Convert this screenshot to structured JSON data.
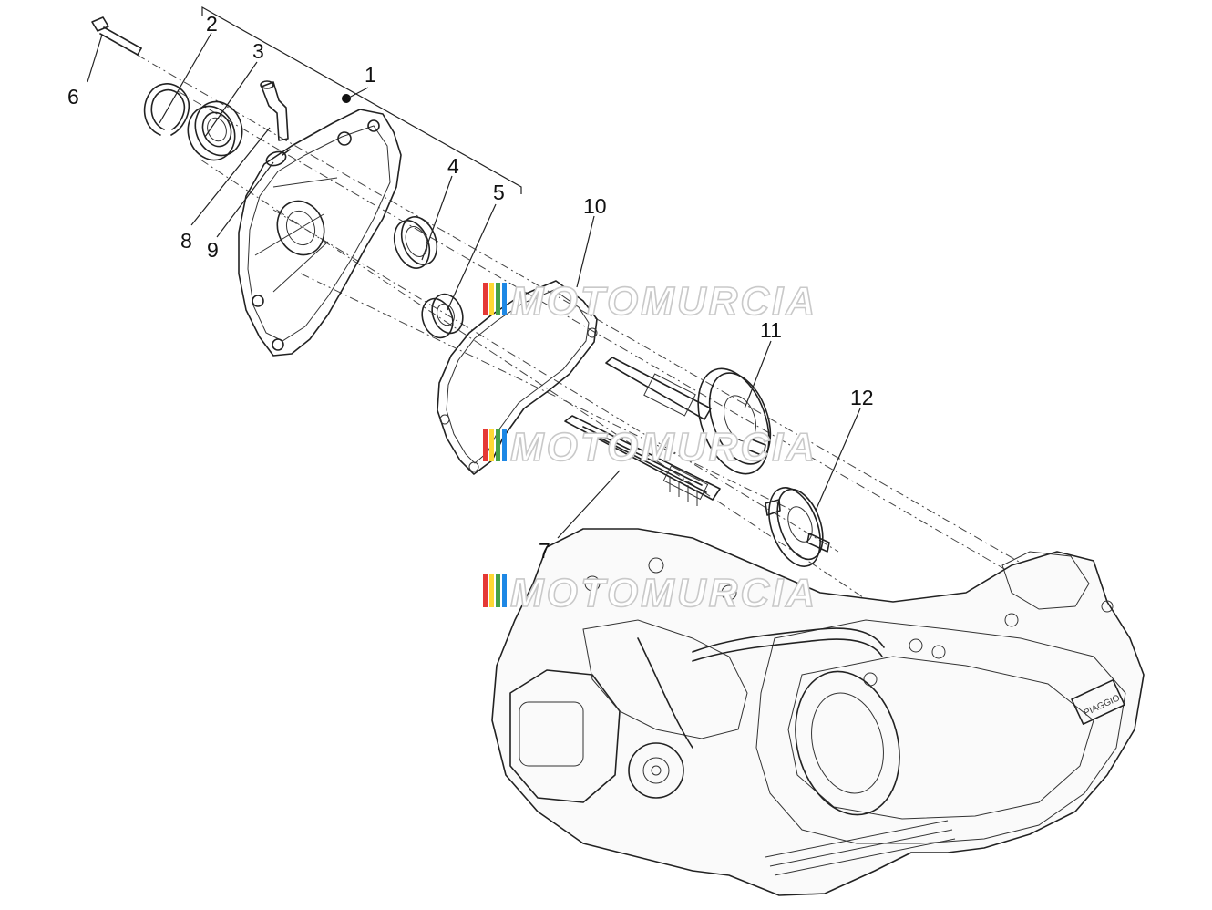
{
  "callouts": {
    "c1": "1",
    "c2": "2",
    "c3": "3",
    "c4": "4",
    "c5": "5",
    "c6": "6",
    "c7": "7",
    "c8": "8",
    "c9": "9",
    "c10": "10",
    "c11": "11",
    "c12": "12"
  },
  "watermark": {
    "text": "MOTOMURCIA",
    "stripe_colors": [
      "#e53935",
      "#fdd835",
      "#43a047",
      "#1e88e5"
    ]
  },
  "engine_badge": "PIAGGIO"
}
